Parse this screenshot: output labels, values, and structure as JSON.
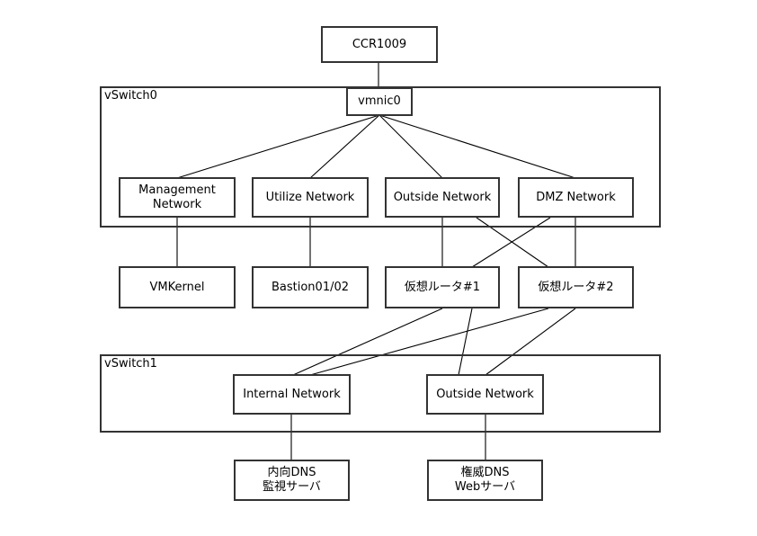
{
  "diagram": {
    "containers": {
      "vswitch0": "vSwitch0",
      "vswitch1": "vSwitch1"
    },
    "nodes": {
      "ccr1009": "CCR1009",
      "vmnic0": "vmnic0",
      "management_network": "Management\nNetwork",
      "utilize_network": "Utilize Network",
      "outside_network_0": "Outside Network",
      "dmz_network": "DMZ Network",
      "vmkernel": "VMKernel",
      "bastion": "Bastion01/02",
      "virtual_router_1": "仮想ルータ#1",
      "virtual_router_2": "仮想ルータ#2",
      "internal_network": "Internal Network",
      "outside_network_1": "Outside Network",
      "internal_dns": "内向DNS\n監視サーバ",
      "authoritative_dns": "権威DNS\nWebサーバ"
    }
  }
}
